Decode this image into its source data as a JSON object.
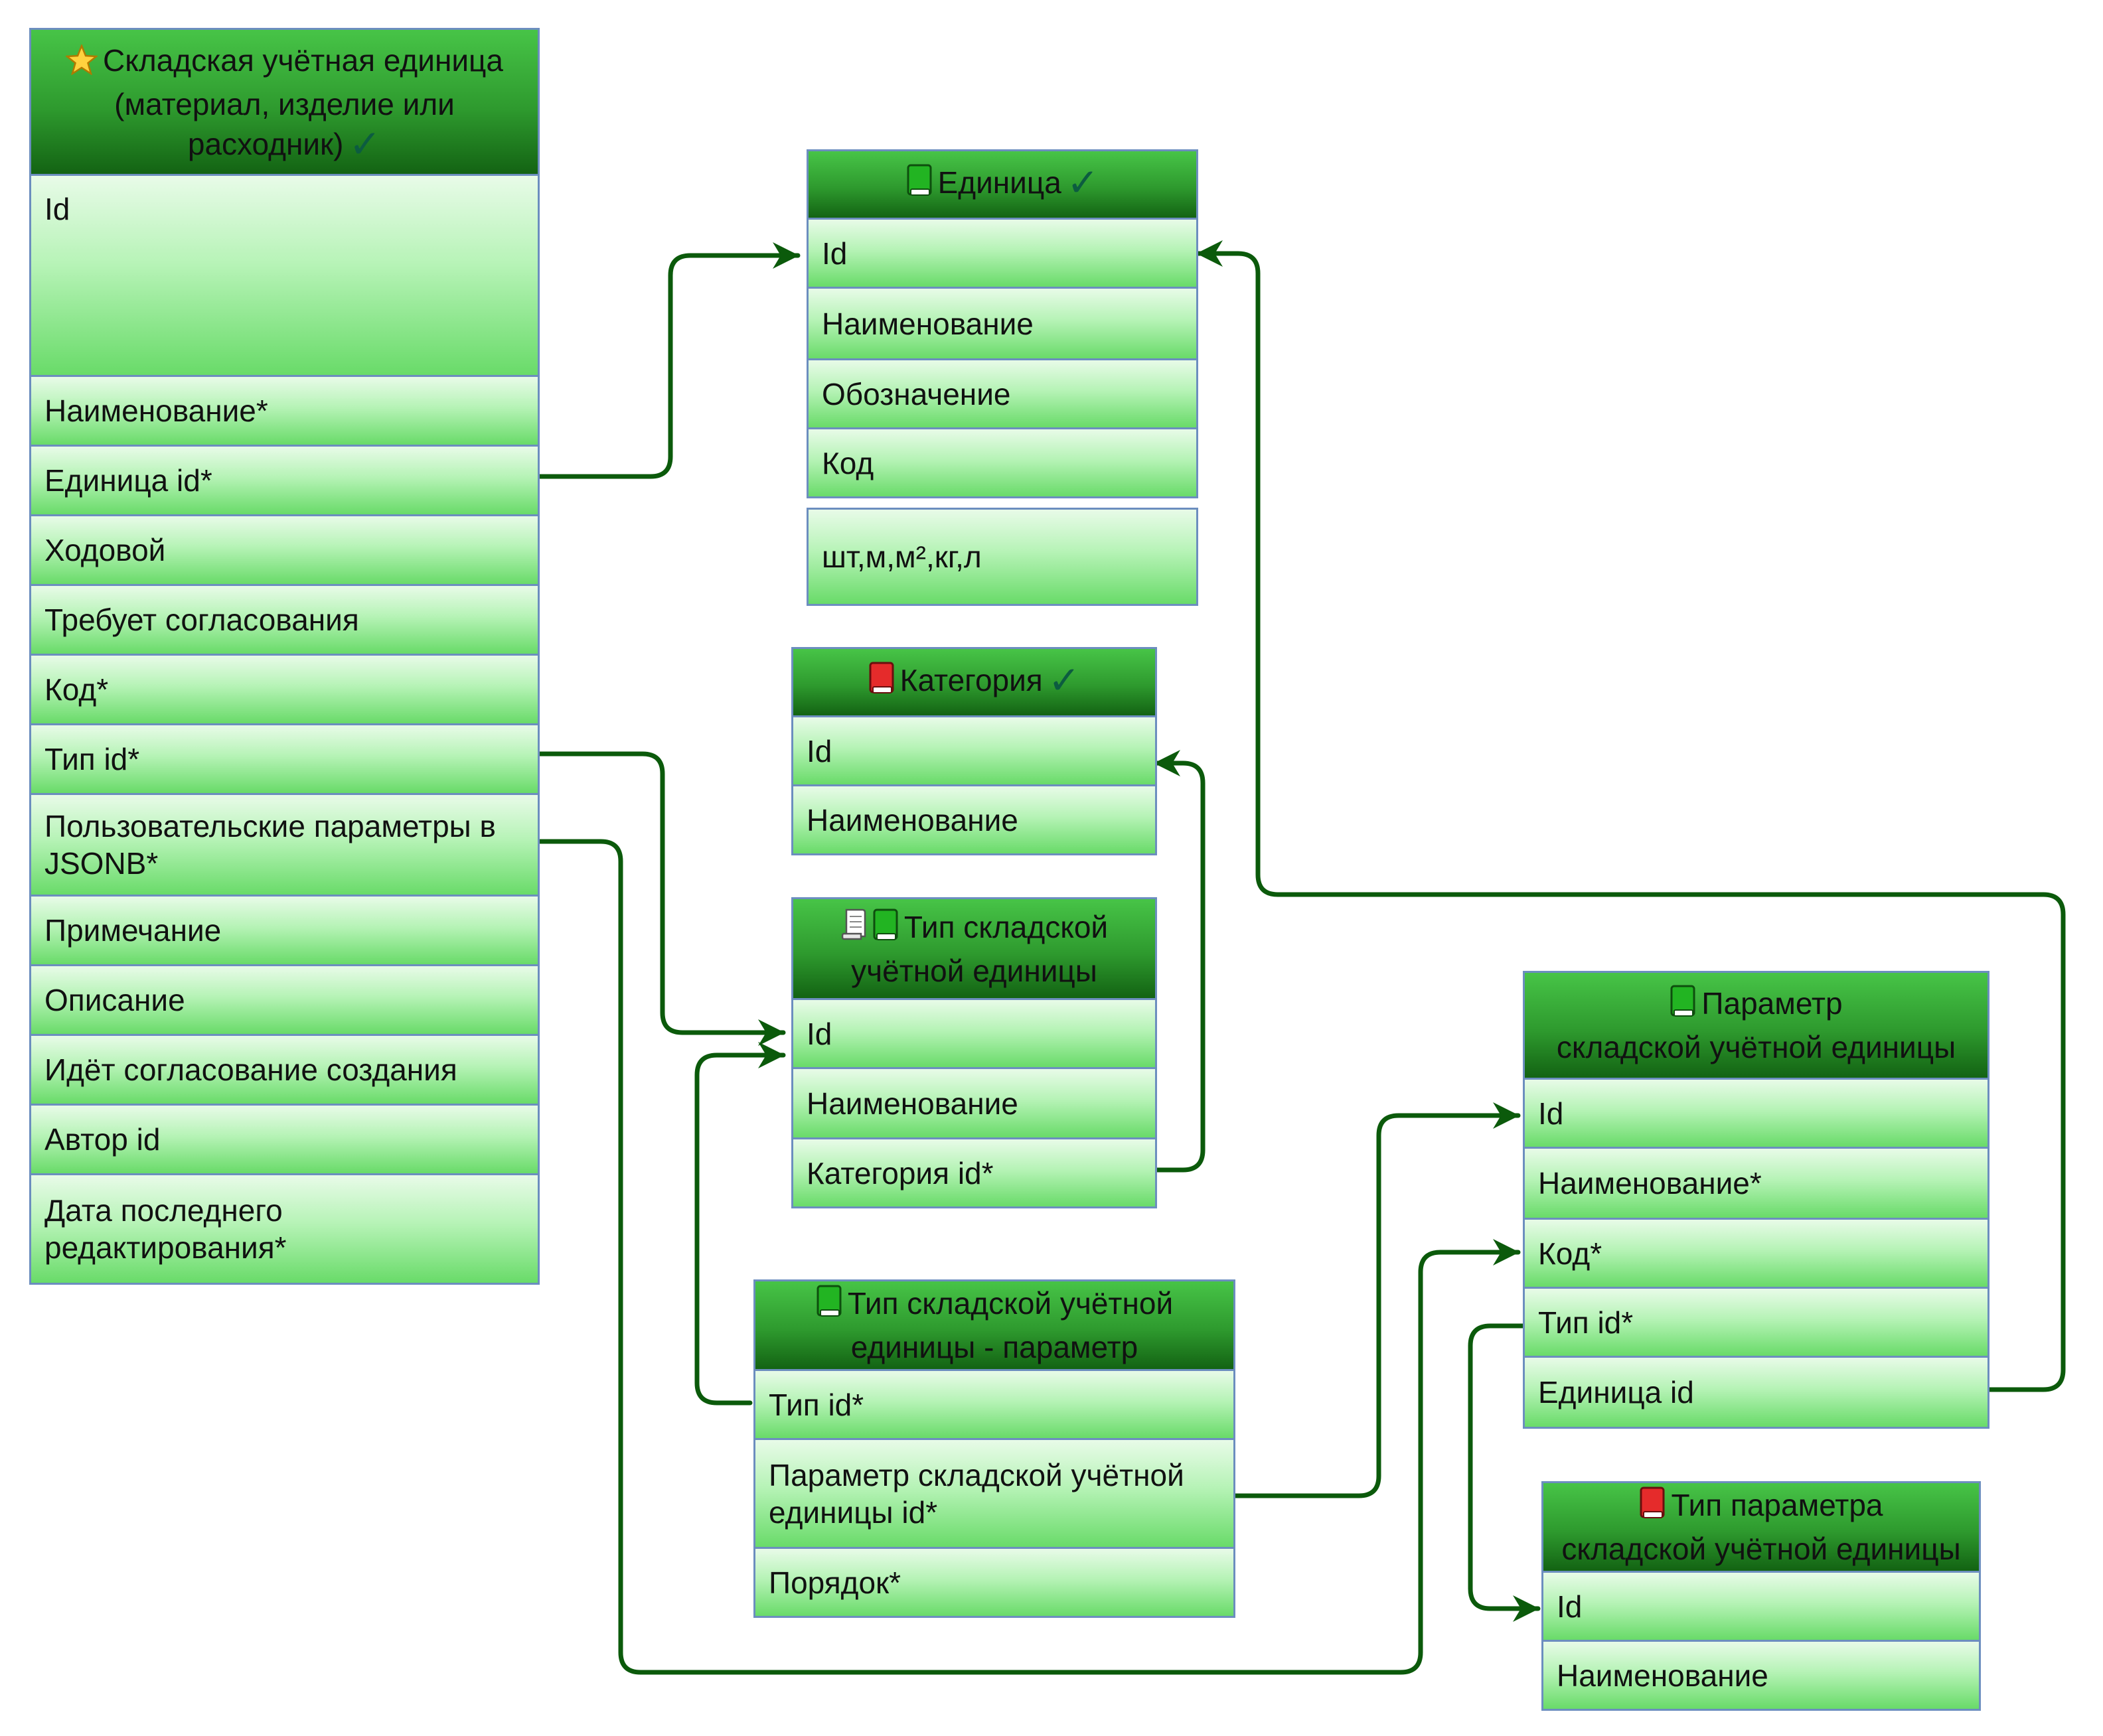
{
  "colors": {
    "edge": "#0B5A0B",
    "header_top": "#47C447",
    "header_bottom": "#136313",
    "field_top": "#E8FBE8",
    "field_bottom": "#69DB69",
    "border": "#6C8EBF",
    "check": "#0C5C40"
  },
  "entities": {
    "stock_item": {
      "icon": "star-icon",
      "title_lines": [
        "Складская учётная единица",
        "(материал, изделие или",
        "расходник)"
      ],
      "check": "✓",
      "fields": [
        [
          "Id"
        ],
        [
          "Наименование*"
        ],
        [
          "Единица id*"
        ],
        [
          "Ходовой"
        ],
        [
          "Требует согласования"
        ],
        [
          "Код*"
        ],
        [
          "Тип id*"
        ],
        [
          "Пользовательские параметры в",
          "JSONB*"
        ],
        [
          "Примечание"
        ],
        [
          "Описание"
        ],
        [
          "Идёт согласование создания"
        ],
        [
          "Автор id"
        ],
        [
          "Дата последнего",
          "редактирования*"
        ]
      ]
    },
    "unit": {
      "icon": "green-book-icon",
      "title_lines": [
        "Единица"
      ],
      "check": "✓",
      "fields": [
        [
          "Id"
        ],
        [
          "Наименование"
        ],
        [
          "Обозначение"
        ],
        [
          "Код"
        ]
      ],
      "note": "шт,м,м²,кг,л"
    },
    "category": {
      "icon": "red-book-icon",
      "title_lines": [
        "Категория"
      ],
      "check": "✓",
      "fields": [
        [
          "Id"
        ],
        [
          "Наименование"
        ]
      ]
    },
    "item_type": {
      "icons": [
        "scroll-icon",
        "green-book-icon"
      ],
      "title_lines": [
        "Тип складской",
        "учётной единицы"
      ],
      "fields": [
        [
          "Id"
        ],
        [
          "Наименование"
        ],
        [
          "Категория id*"
        ]
      ]
    },
    "type_param": {
      "icon": "green-book-icon",
      "title_lines": [
        "Тип складской учётной",
        "единицы - параметр"
      ],
      "fields": [
        [
          "Тип id*"
        ],
        [
          "Параметр складской учётной",
          "единицы id*"
        ],
        [
          "Порядок*"
        ]
      ]
    },
    "param": {
      "icon": "green-book-icon",
      "title_lines": [
        "Параметр",
        "складской учётной единицы"
      ],
      "fields": [
        [
          "Id"
        ],
        [
          "Наименование*"
        ],
        [
          "Код*"
        ],
        [
          "Тип id*"
        ],
        [
          "Единица id"
        ]
      ]
    },
    "param_type": {
      "icon": "red-book-icon",
      "title_lines": [
        "Тип параметра",
        "складской учётной единицы"
      ],
      "fields": [
        [
          "Id"
        ],
        [
          "Наименование"
        ]
      ]
    }
  }
}
